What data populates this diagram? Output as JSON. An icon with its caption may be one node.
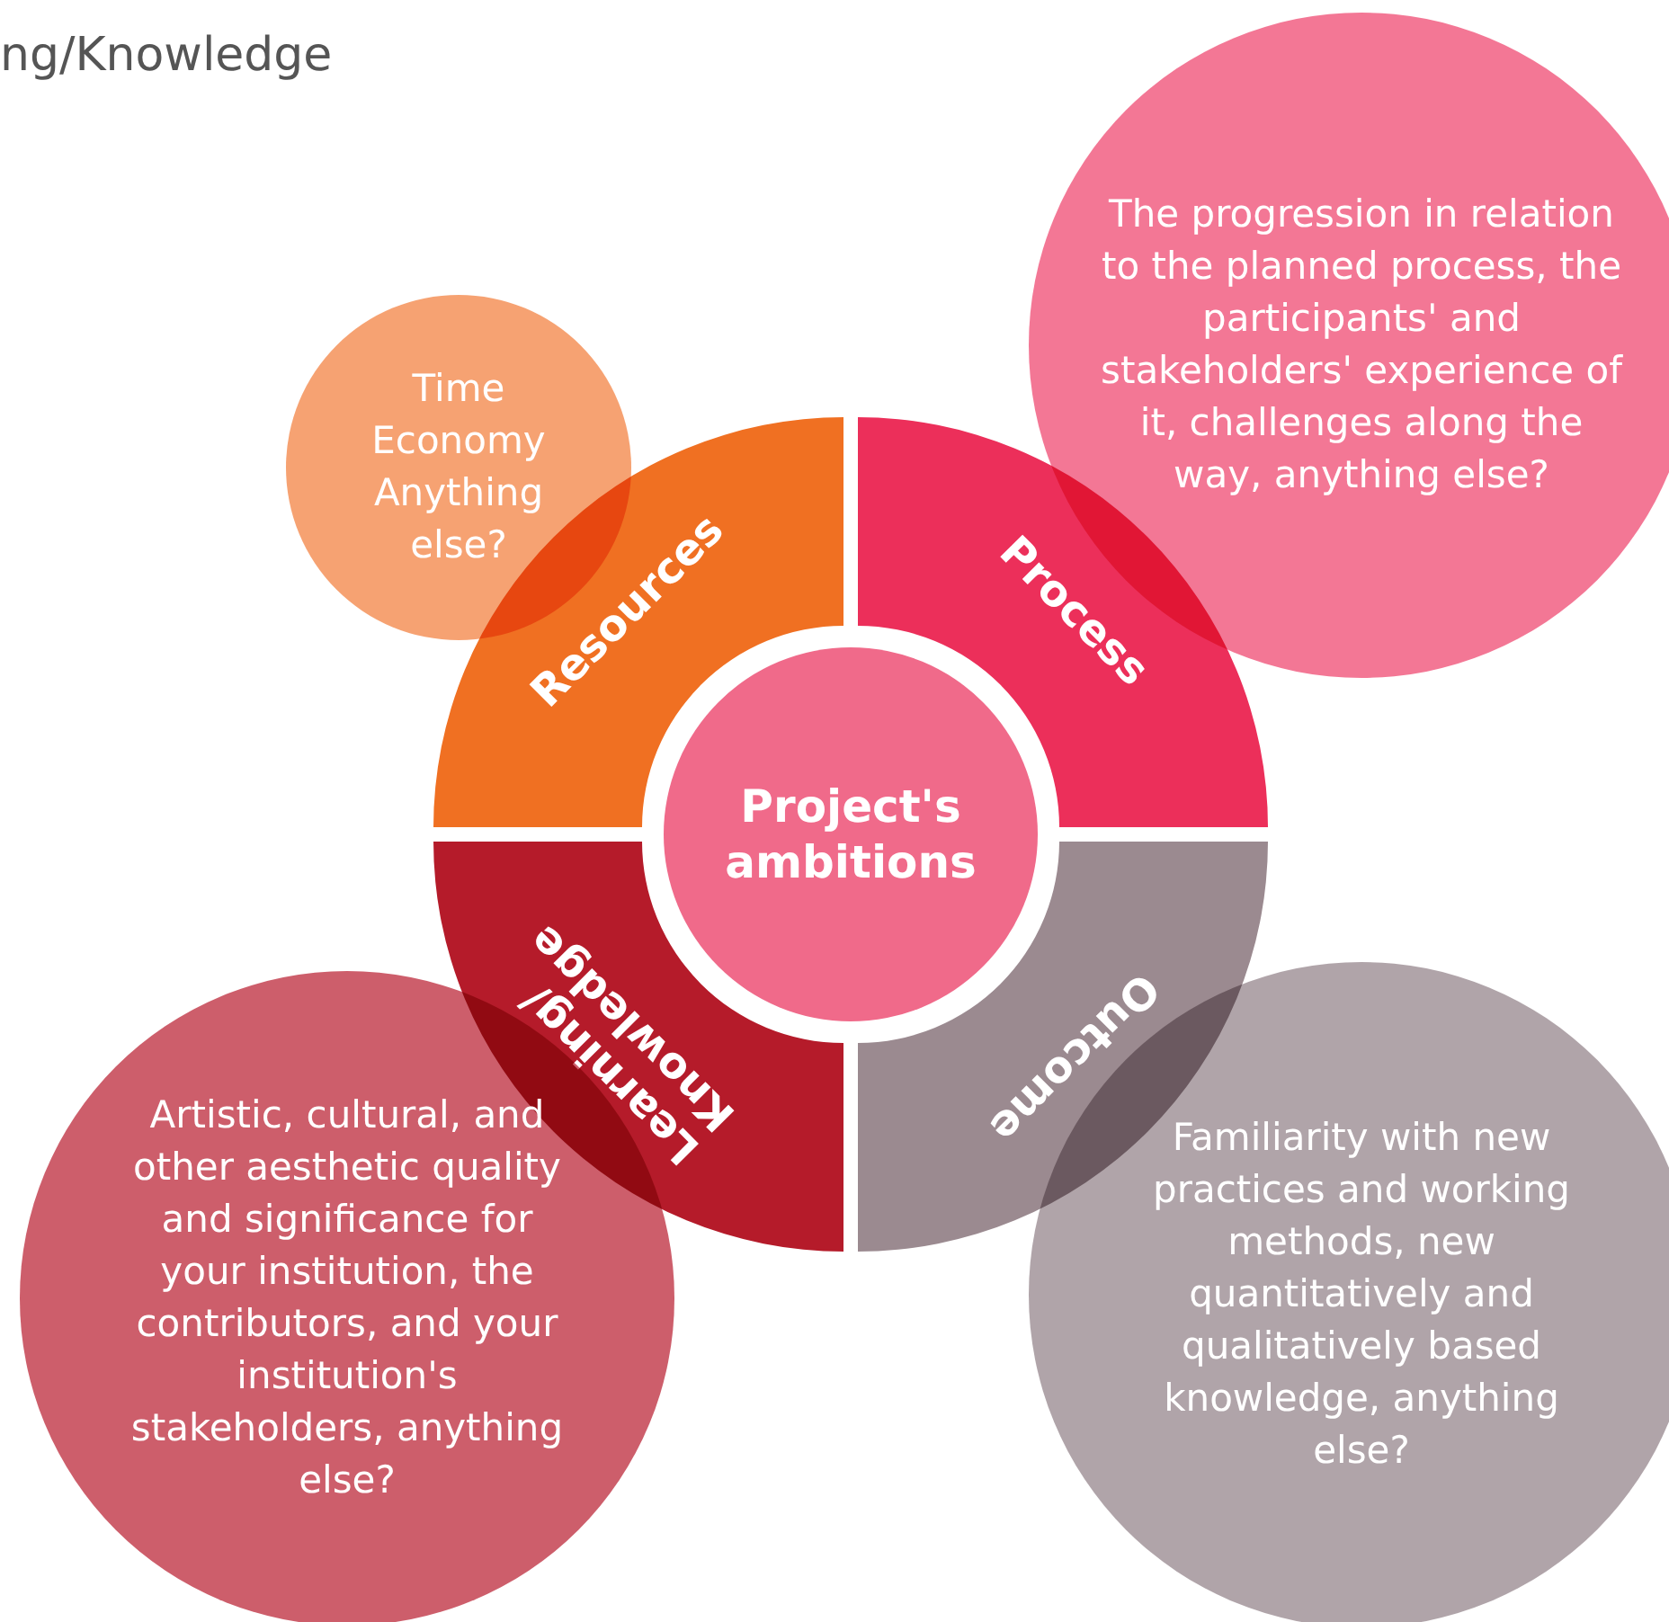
{
  "diagram": {
    "nodes": [
      {
        "text": [
          "Time Economy Anything else?"
        ]
      },
      {
        "text": [
          "The progression in relation to the planned process, the participants' and stakeholders' experience of it, challenges along the way, anything else?"
        ]
      },
      {
        "text": [
          "Resources"
        ]
      },
      {
        "text": [
          "Process"
        ]
      },
      {
        "text": [
          "Project's ambitions"
        ]
      },
      {
        "text": [
          "Learning/ Knowledge"
        ]
      },
      {
        "text": [
          "Outcome"
        ]
      },
      {
        "text": [
          "Artistic, cultural, and other aesthetic quality and significance for your institution, the contributors, and your institution's stakeholders, anything else?"
        ]
      },
      {
        "text": [
          "Familiarity with new practices and working methods, new quantitatively and qualitatively based knowledge, anything else?"
        ]
      }
    ],
    "edges": [],
    "labels": [
      "ng/Knowledge"
    ]
  }
}
